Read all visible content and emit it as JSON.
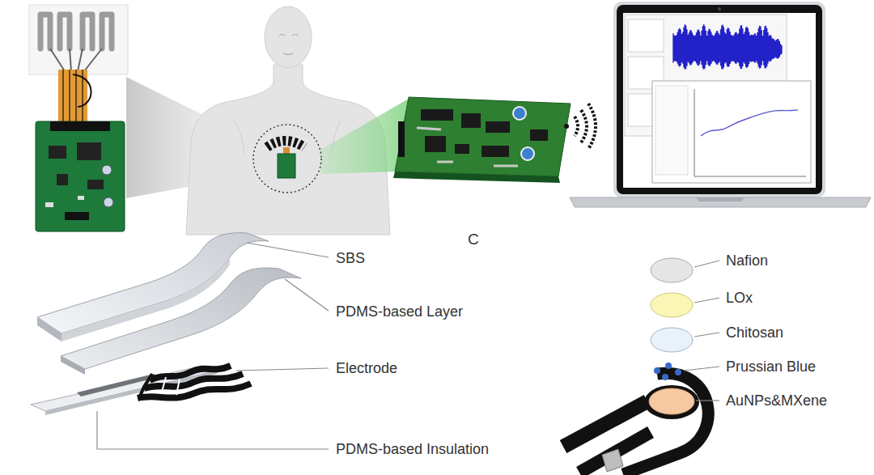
{
  "diagram": {
    "labels": [
      "SBS",
      "PDMS-based Layer",
      "Electrode",
      "PDMS-based Insulation",
      "C",
      "Nafion",
      "LOx",
      "Chitosan",
      "Prussian Blue",
      "AuNPs&MXene"
    ]
  }
}
